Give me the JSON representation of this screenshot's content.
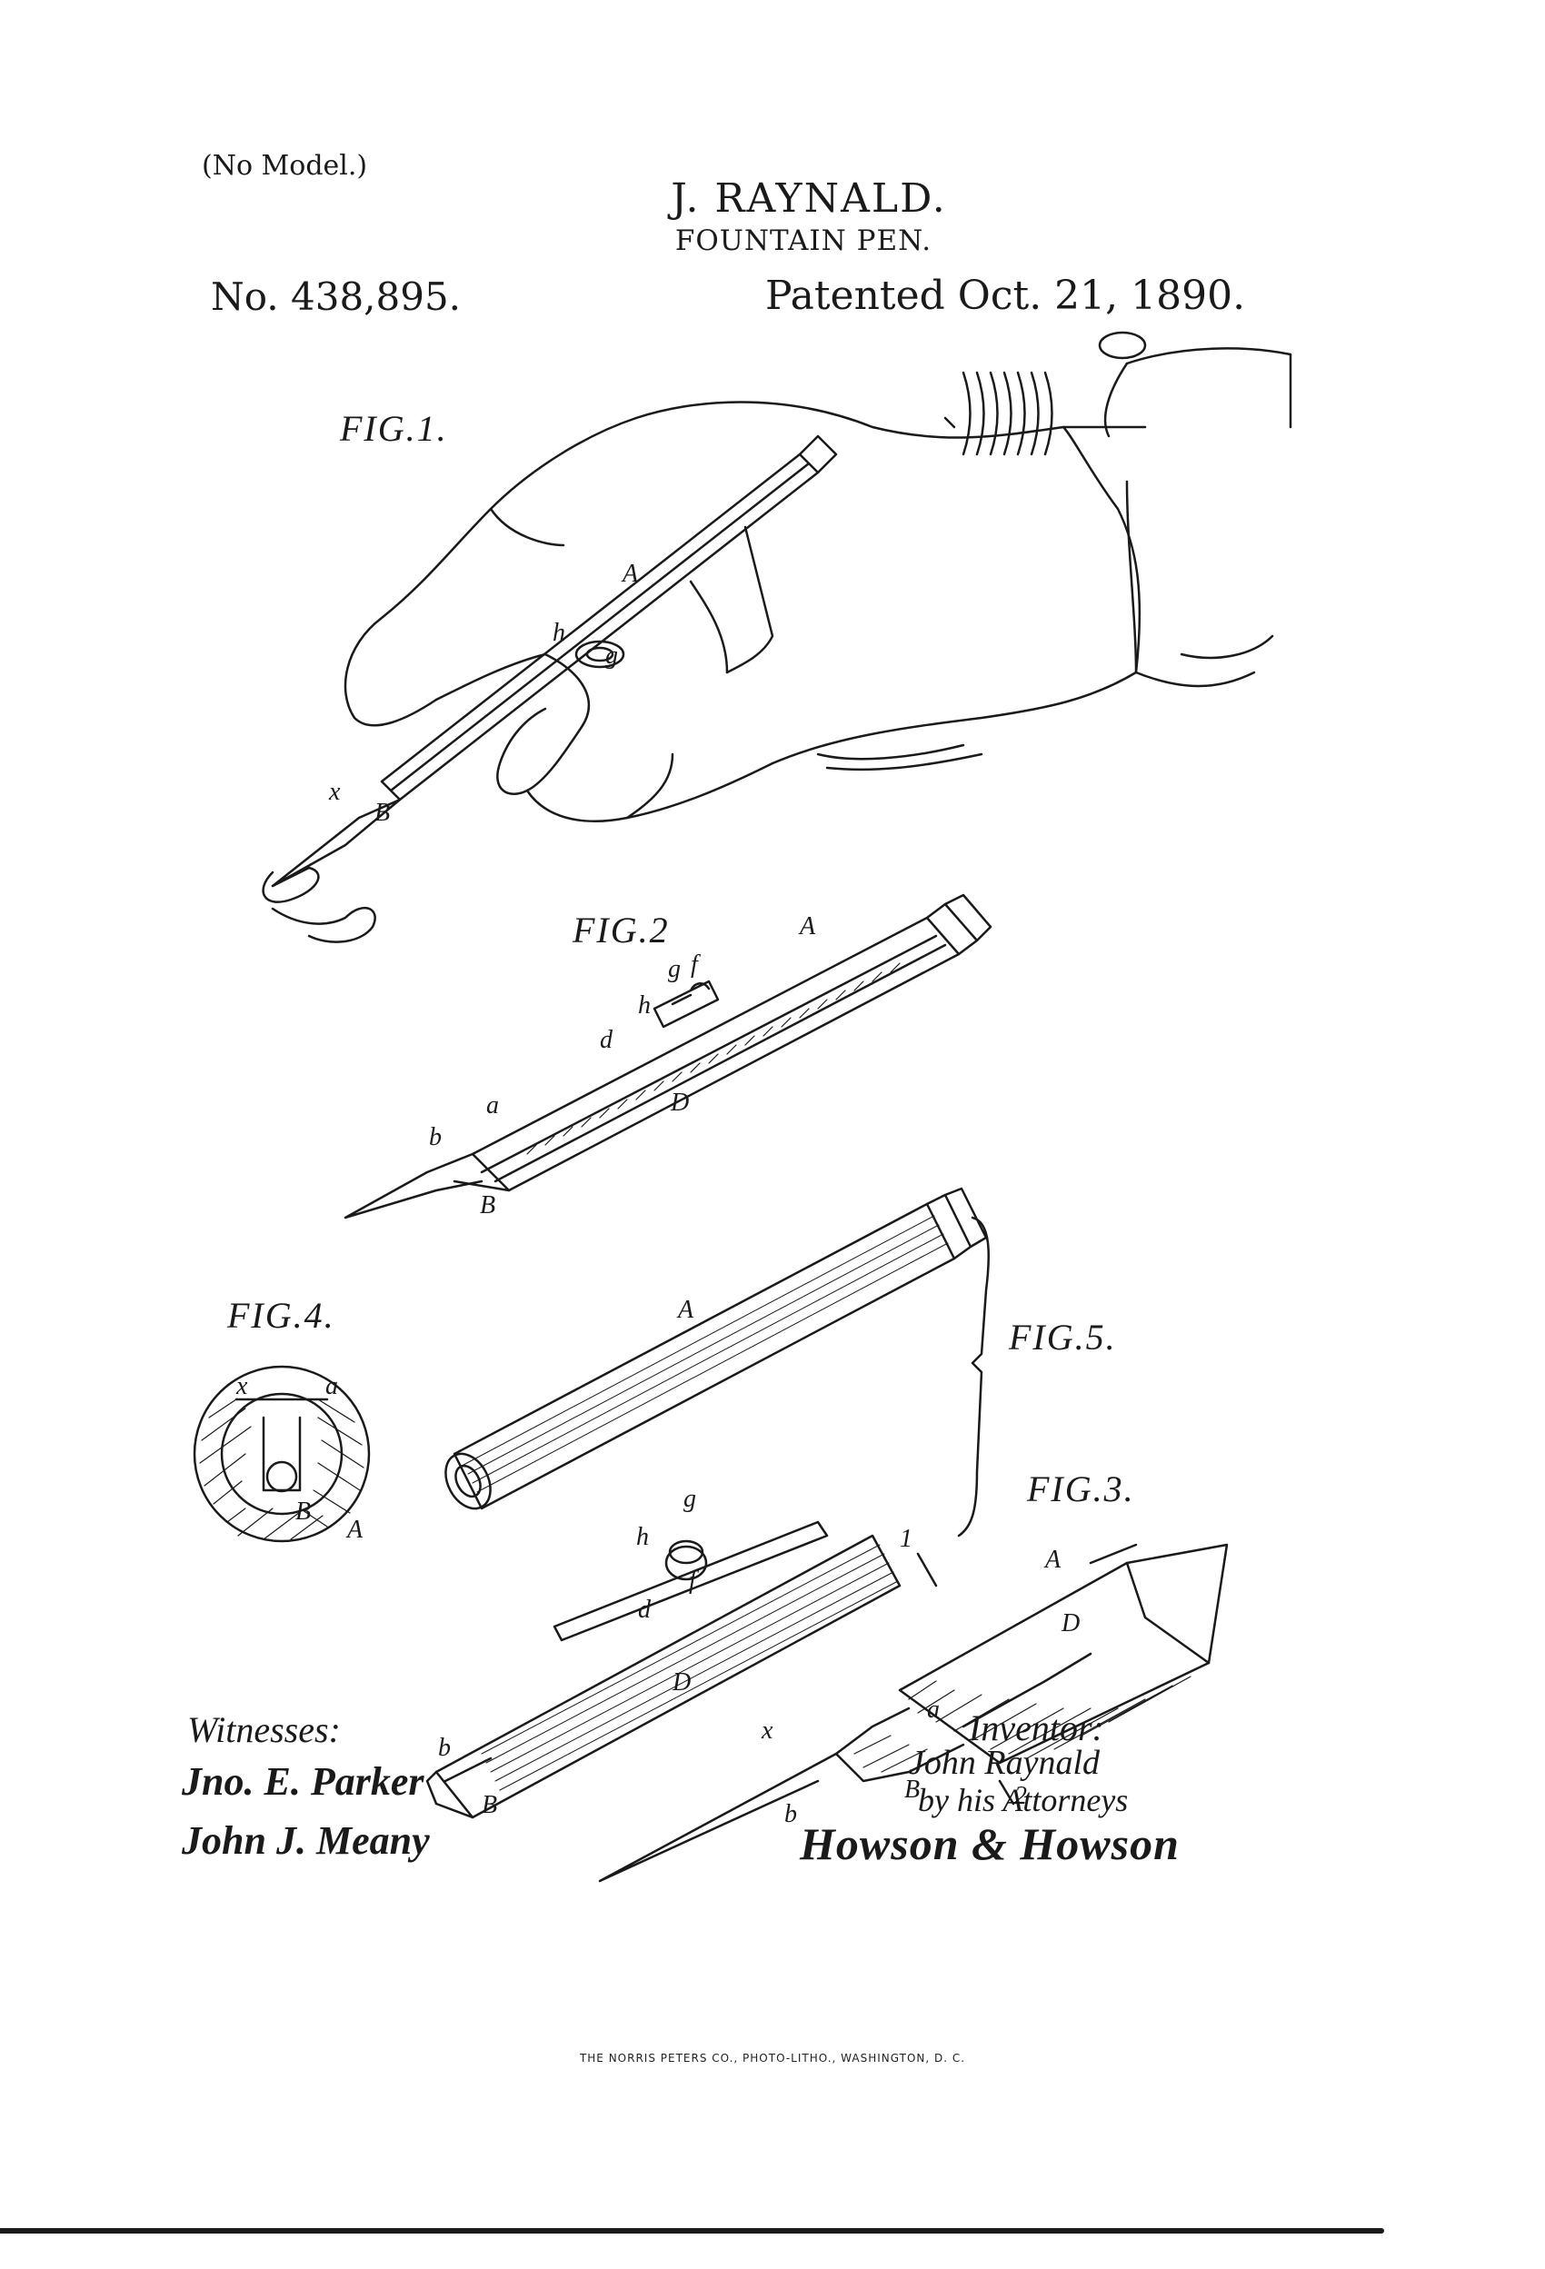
{
  "header": {
    "no_model": "(No Model.)",
    "inventor_name": "J. RAYNALD.",
    "subject": "FOUNTAIN PEN.",
    "patent_number": "No. 438,895.",
    "patent_date": "Patented Oct. 21, 1890."
  },
  "figures": {
    "fig1": "FIG.1.",
    "fig2": "FIG.2",
    "fig3": "FIG.3.",
    "fig4": "FIG.4.",
    "fig5": "FIG.5."
  },
  "reference_letters": {
    "A": "A",
    "B": "B",
    "D": "D",
    "a": "a",
    "b": "b",
    "d": "d",
    "f": "f",
    "g": "g",
    "h": "h",
    "x": "x",
    "one": "1",
    "two": "2"
  },
  "signatures": {
    "witnesses_label": "Witnesses:",
    "witness_1": "Jno. E. Parker",
    "witness_2": "John J. Meany",
    "inventor_label": "Inventor:",
    "inventor": "John Raynald",
    "attorneys_label": "by his Attorneys",
    "attorneys": "Howson & Howson"
  },
  "footer": {
    "printer": "THE NORRIS PETERS CO., PHOTO-LITHO., WASHINGTON, D. C."
  }
}
